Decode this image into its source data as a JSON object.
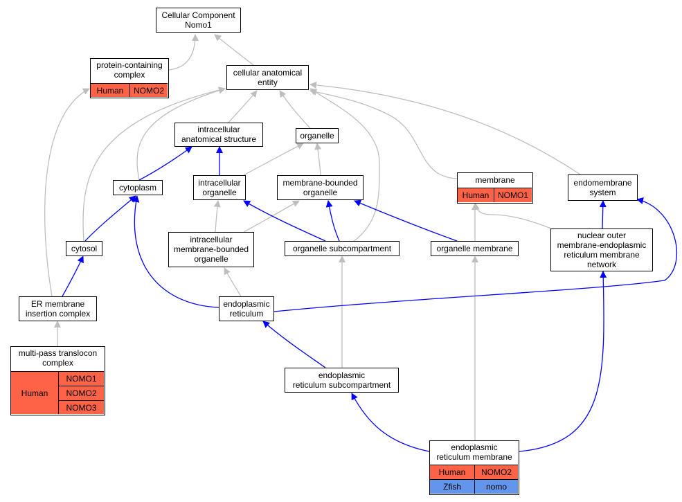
{
  "colors": {
    "human": "#ff6347",
    "zfish": "#6495ed",
    "regulates_edge": "#0000ff",
    "is_a_edge": "#bebebe"
  },
  "nodes": {
    "root": {
      "line1": "Cellular Component",
      "line2": "Nomo1"
    },
    "protein_complex": {
      "line1": "protein-containing",
      "line2": "complex",
      "species": "Human",
      "gene": "NOMO2"
    },
    "cae": {
      "line1": "cellular anatomical",
      "line2": "entity"
    },
    "ias": {
      "line1": "intracellular",
      "line2": "anatomical structure"
    },
    "organelle": {
      "label": "organelle"
    },
    "cytoplasm": {
      "label": "cytoplasm"
    },
    "intracellular_organelle": {
      "line1": "intracellular",
      "line2": "organelle"
    },
    "mbo": {
      "line1": "membrane-bounded",
      "line2": "organelle"
    },
    "membrane": {
      "label": "membrane",
      "species": "Human",
      "gene": "NOMO1"
    },
    "endomembrane": {
      "line1": "endomembrane",
      "line2": "system"
    },
    "cytosol": {
      "label": "cytosol"
    },
    "imbo": {
      "line1": "intracellular",
      "line2": "membrane-bounded",
      "line3": "organelle"
    },
    "subcompartment": {
      "label": "organelle subcompartment"
    },
    "organelle_membrane": {
      "label": "organelle membrane"
    },
    "nuclear_outer": {
      "line1": "nuclear outer",
      "line2": "membrane-endoplasmic",
      "line3": "reticulum membrane",
      "line4": "network"
    },
    "er_insertion": {
      "line1": "ER membrane",
      "line2": "insertion complex"
    },
    "er": {
      "line1": "endoplasmic",
      "line2": "reticulum"
    },
    "translocon": {
      "line1": "multi-pass translocon",
      "line2": "complex",
      "species": "Human",
      "genes": [
        "NOMO1",
        "NOMO2",
        "NOMO3"
      ]
    },
    "er_sub": {
      "line1": "endoplasmic",
      "line2": "reticulum subcompartment"
    },
    "er_membrane": {
      "line1": "endoplasmic",
      "line2": "reticulum membrane",
      "rows": [
        {
          "species": "Human",
          "gene": "NOMO2"
        },
        {
          "species": "Zfish",
          "gene": "nomo"
        }
      ]
    }
  }
}
